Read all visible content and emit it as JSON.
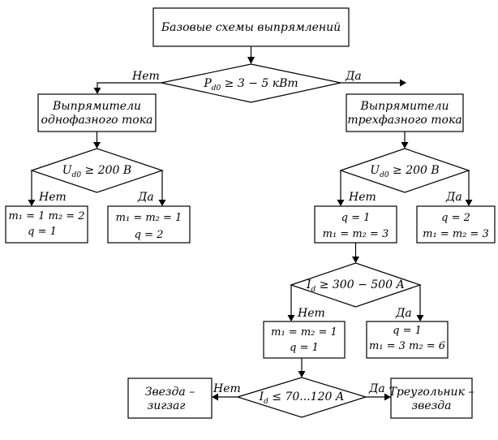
{
  "title": "Базовые схемы выпрямлений",
  "decisions": {
    "power": {
      "var": "P",
      "sub": "d0",
      "rest": " ≥ 3 − 5 кВт"
    },
    "u_single": {
      "var": "U",
      "sub": "d0",
      "rest": " ≥ 200 В"
    },
    "u_three": {
      "var": "U",
      "sub": "d0",
      "rest": " ≥ 200 В"
    },
    "current1": {
      "var": "I",
      "sub": "d",
      "rest": " ≥ 300 − 500 А"
    },
    "current2": {
      "var": "I",
      "sub": "d",
      "rest": " ≤ 70...120 А"
    }
  },
  "branches": {
    "no": "Нет",
    "yes": "Да"
  },
  "boxes": {
    "single_phase": [
      "Выпрямители",
      "однофазного тока"
    ],
    "three_phase": [
      "Выпрямители",
      "трехфазного тока"
    ],
    "star_zigzag": [
      "Звезда –",
      "зигзаг"
    ],
    "triangle_star": [
      "Треугольник –",
      "звезда"
    ]
  },
  "results": {
    "s_no": {
      "line1": "m₁ = 1   m₂ = 2",
      "line2": "q = 1"
    },
    "s_yes": {
      "line1": "m₁ = m₂ = 1",
      "line2": "q = 2"
    },
    "t_no": {
      "line1": "q = 1",
      "line2": "m₁ = m₂ = 3"
    },
    "t_yes": {
      "line1": "q = 2",
      "line2": "m₁ = m₂ = 3"
    },
    "c_no": {
      "line1": "m₁ = m₂ = 1",
      "line2": "q = 1"
    },
    "c_yes": {
      "line1": "q = 1",
      "line2": "m₁ = 3   m₂ = 6"
    }
  }
}
